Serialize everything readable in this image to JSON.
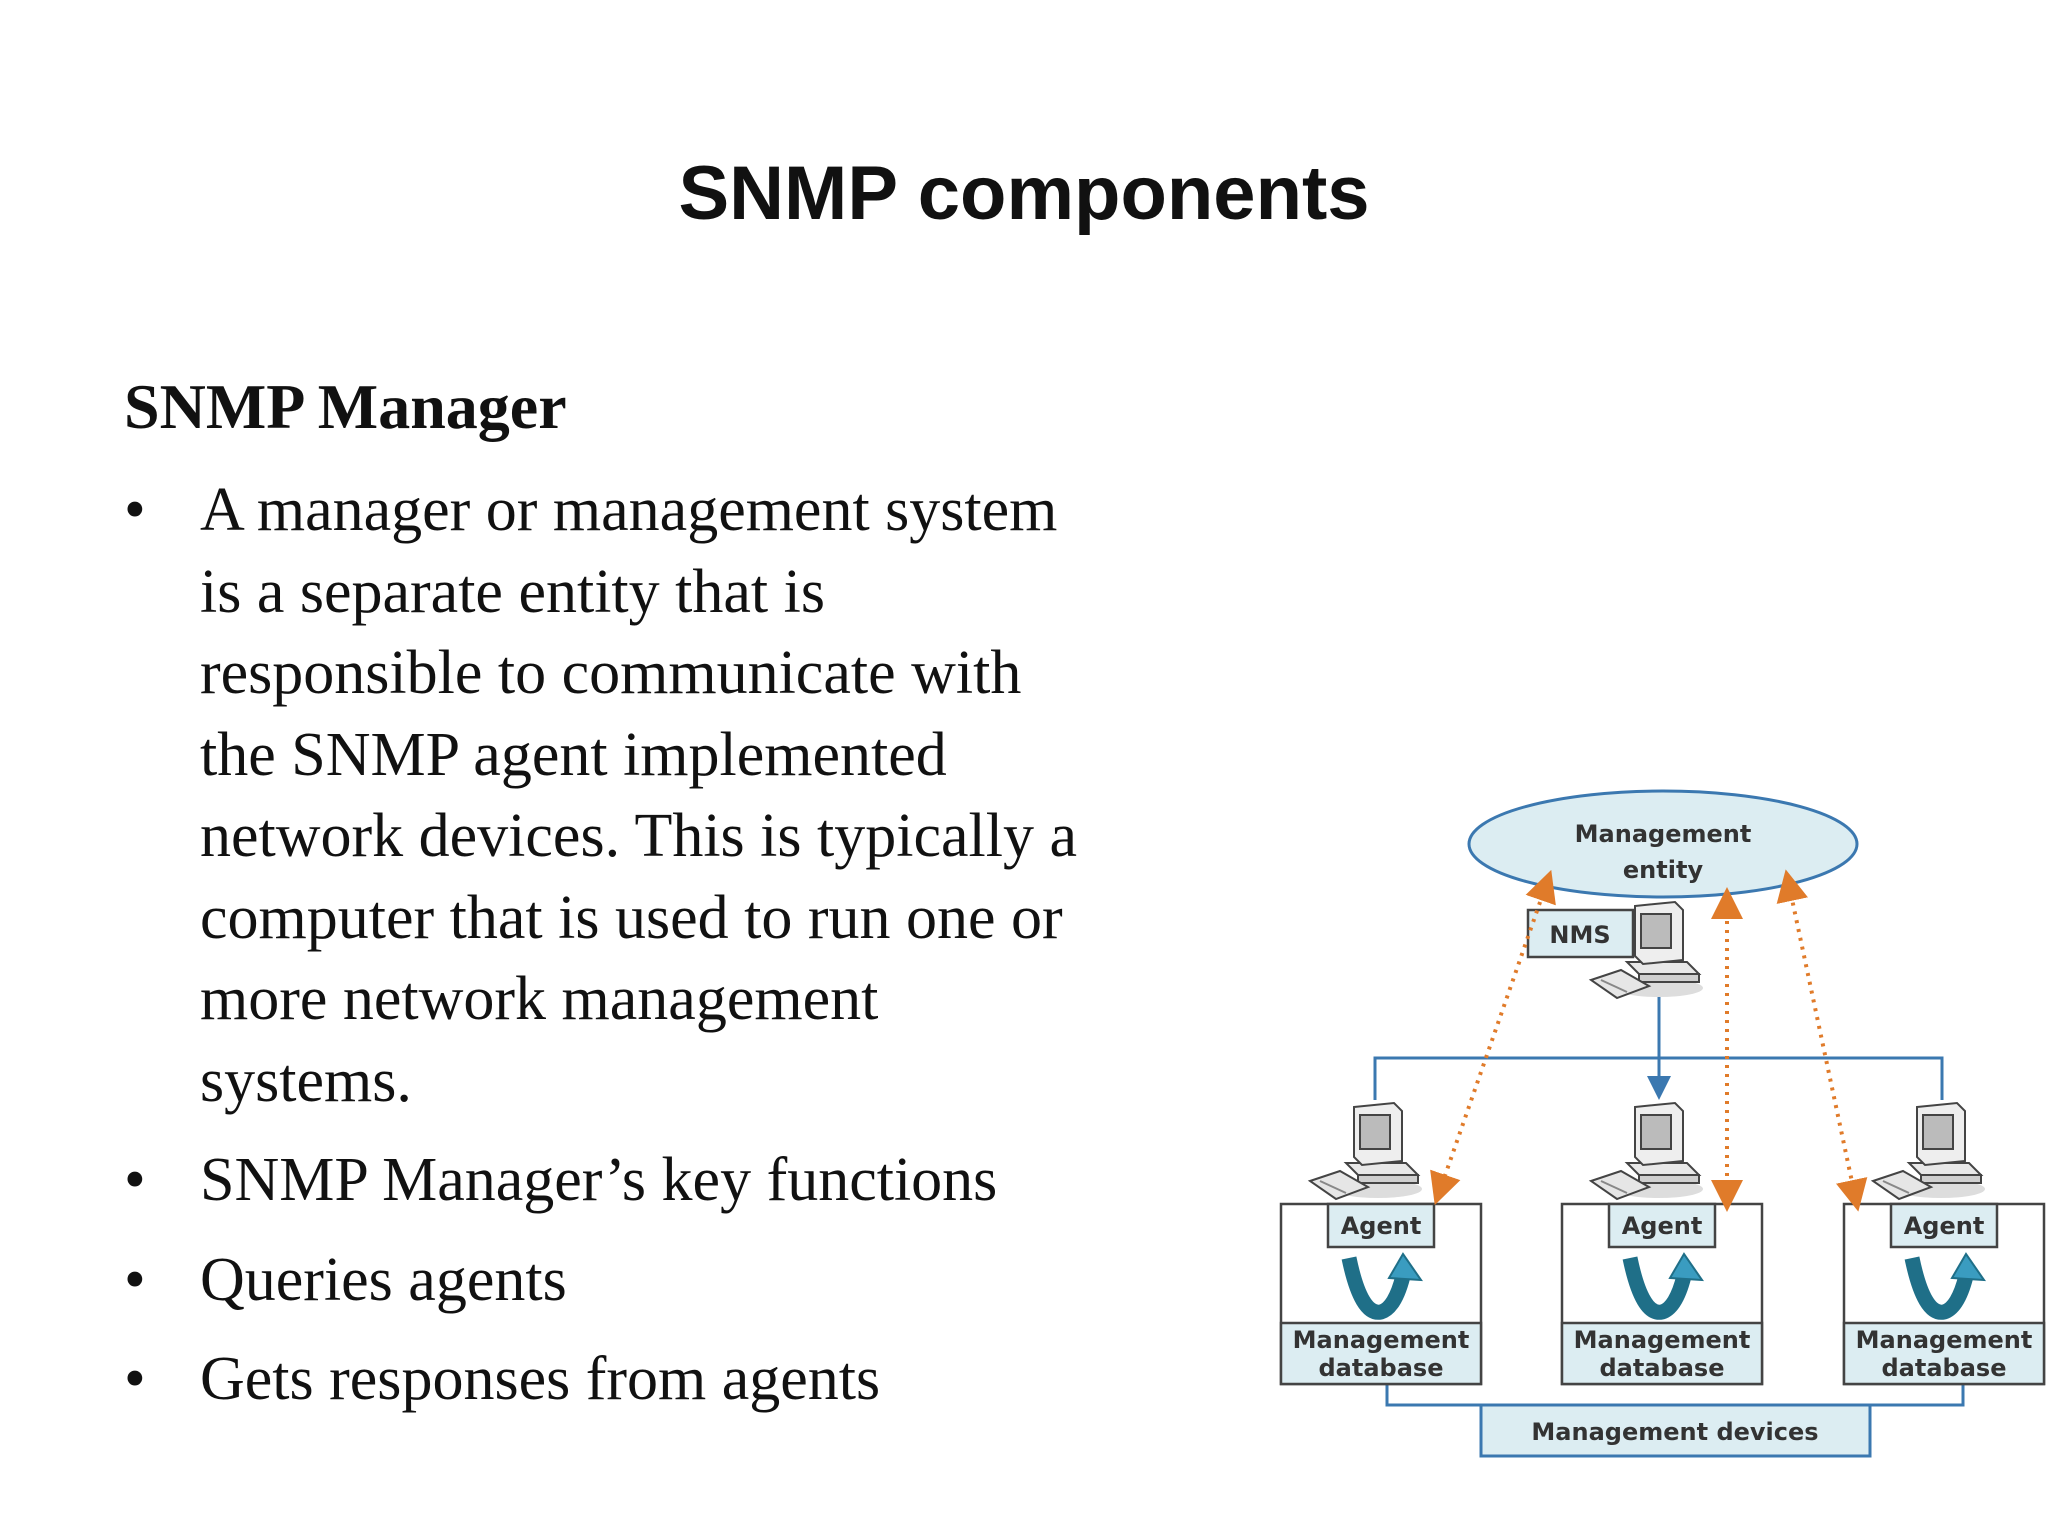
{
  "slide": {
    "title": "SNMP components",
    "heading": "SNMP Manager",
    "bullets": [
      {
        "lines": [
          "A manager or management system",
          "is a separate entity that is",
          "responsible to communicate with",
          "the SNMP agent implemented",
          "network devices. This is typically a",
          "computer that is used to run one or",
          "more network management",
          "systems."
        ]
      },
      {
        "lines": [
          "SNMP Manager’s key functions"
        ]
      },
      {
        "lines": [
          "Queries agents"
        ]
      },
      {
        "lines": [
          "Gets responses from agents"
        ]
      }
    ]
  },
  "diagram": {
    "entity": [
      "Management",
      "entity"
    ],
    "nms": "NMS",
    "agents": [
      {
        "agent": "Agent",
        "db": [
          "Management",
          "database"
        ]
      },
      {
        "agent": "Agent",
        "db": [
          "Management",
          "database"
        ]
      },
      {
        "agent": "Agent",
        "db": [
          "Management",
          "database"
        ]
      }
    ],
    "devices": "Management devices",
    "colors": {
      "fill": "#dcedf2",
      "line": "#3b78b0",
      "dotted": "#e07b2a",
      "arrow": "#2a86a3"
    }
  }
}
